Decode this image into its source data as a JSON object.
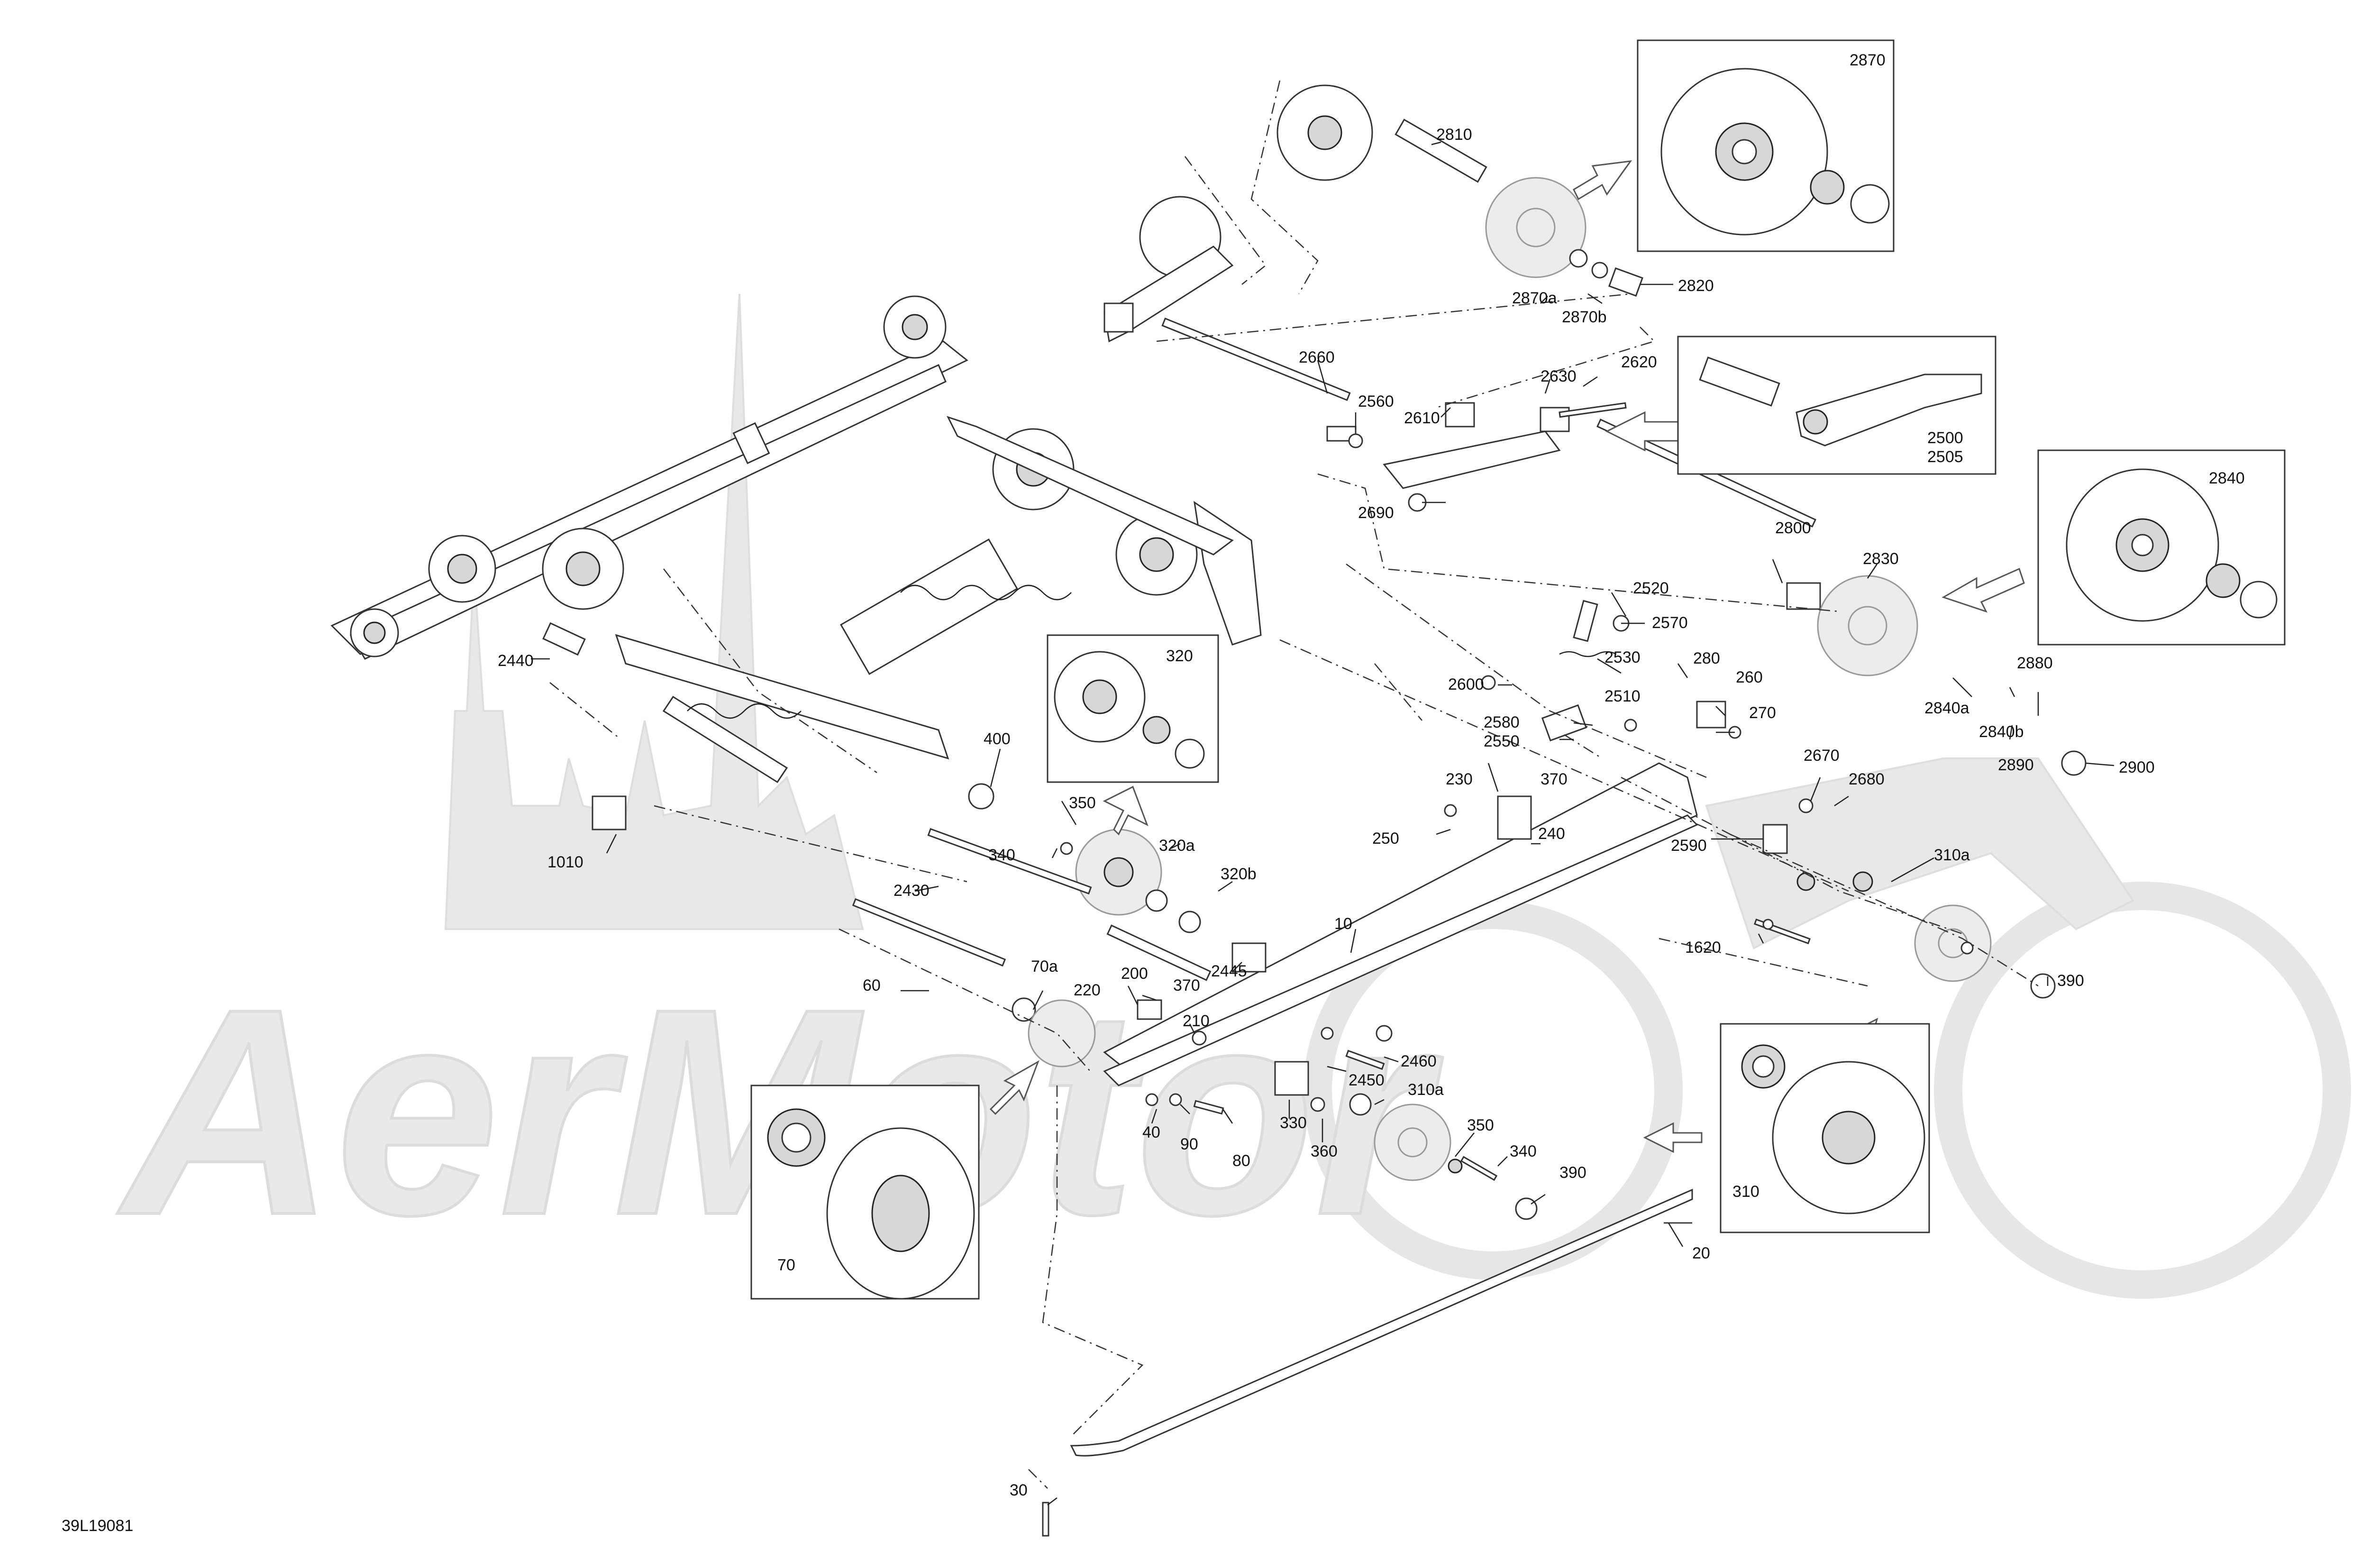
{
  "diagram_code": "39L19081",
  "watermark": {
    "text": "AerMotor"
  },
  "callouts": {
    "c2870": "2870",
    "c2810": "2810",
    "c2870a": "2870a",
    "c2870b": "2870b",
    "c2820": "2820",
    "c2660": "2660",
    "c2560": "2560",
    "c2610": "2610",
    "c2630": "2630",
    "c2620": "2620",
    "c2500": "2500",
    "c2505": "2505",
    "c2840": "2840",
    "c2800": "2800",
    "c2830": "2830",
    "c2690": "2690",
    "c2520": "2520",
    "c2570": "2570",
    "c2530": "2530",
    "c2510": "2510",
    "c2600": "2600",
    "c2580": "2580",
    "c2550": "2550",
    "c370a": "370",
    "c280": "280",
    "c260": "260",
    "c270": "270",
    "c2880": "2880",
    "c2840a": "2840a",
    "c2840b": "2840b",
    "c2890": "2890",
    "c2900": "2900",
    "c2440": "2440",
    "c320": "320",
    "c400": "400",
    "c350a": "350",
    "c320a": "320a",
    "c320b": "320b",
    "c340a": "340",
    "c2430": "2430",
    "c1010": "1010",
    "c230": "230",
    "c250": "250",
    "c240": "240",
    "c2670": "2670",
    "c2680": "2680",
    "c2590": "2590",
    "c310a1": "310a",
    "c60": "60",
    "c70a": "70a",
    "c10": "10",
    "c1620": "1620",
    "c200": "200",
    "c220": "220",
    "c370b": "370",
    "c2445": "2445",
    "c210": "210",
    "c390a": "390",
    "c2460": "2460",
    "c2450": "2450",
    "c310a2": "310a",
    "c330": "330",
    "c40": "40",
    "c90": "90",
    "c80": "80",
    "c360": "360",
    "c350b": "350",
    "c340b": "340",
    "c390b": "390",
    "c310": "310",
    "c70": "70",
    "c20": "20",
    "c30": "30"
  }
}
